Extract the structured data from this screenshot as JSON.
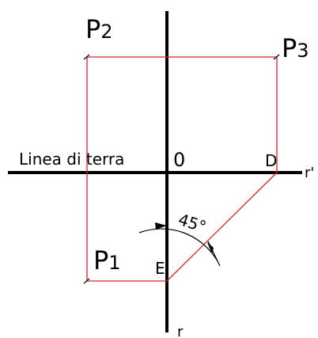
{
  "labels": {
    "p1": "P",
    "p1_sub": "1",
    "p2": "P",
    "p2_sub": "2",
    "p3": "P",
    "p3_sub": "3",
    "linea": "Linea di terra",
    "origin": "0",
    "d": "D",
    "e": "E",
    "angle": "45°",
    "r": "r",
    "r_prime": "r'"
  },
  "colors": {
    "axis": "#000000",
    "construction": "#e0202a",
    "text": "#000000"
  }
}
